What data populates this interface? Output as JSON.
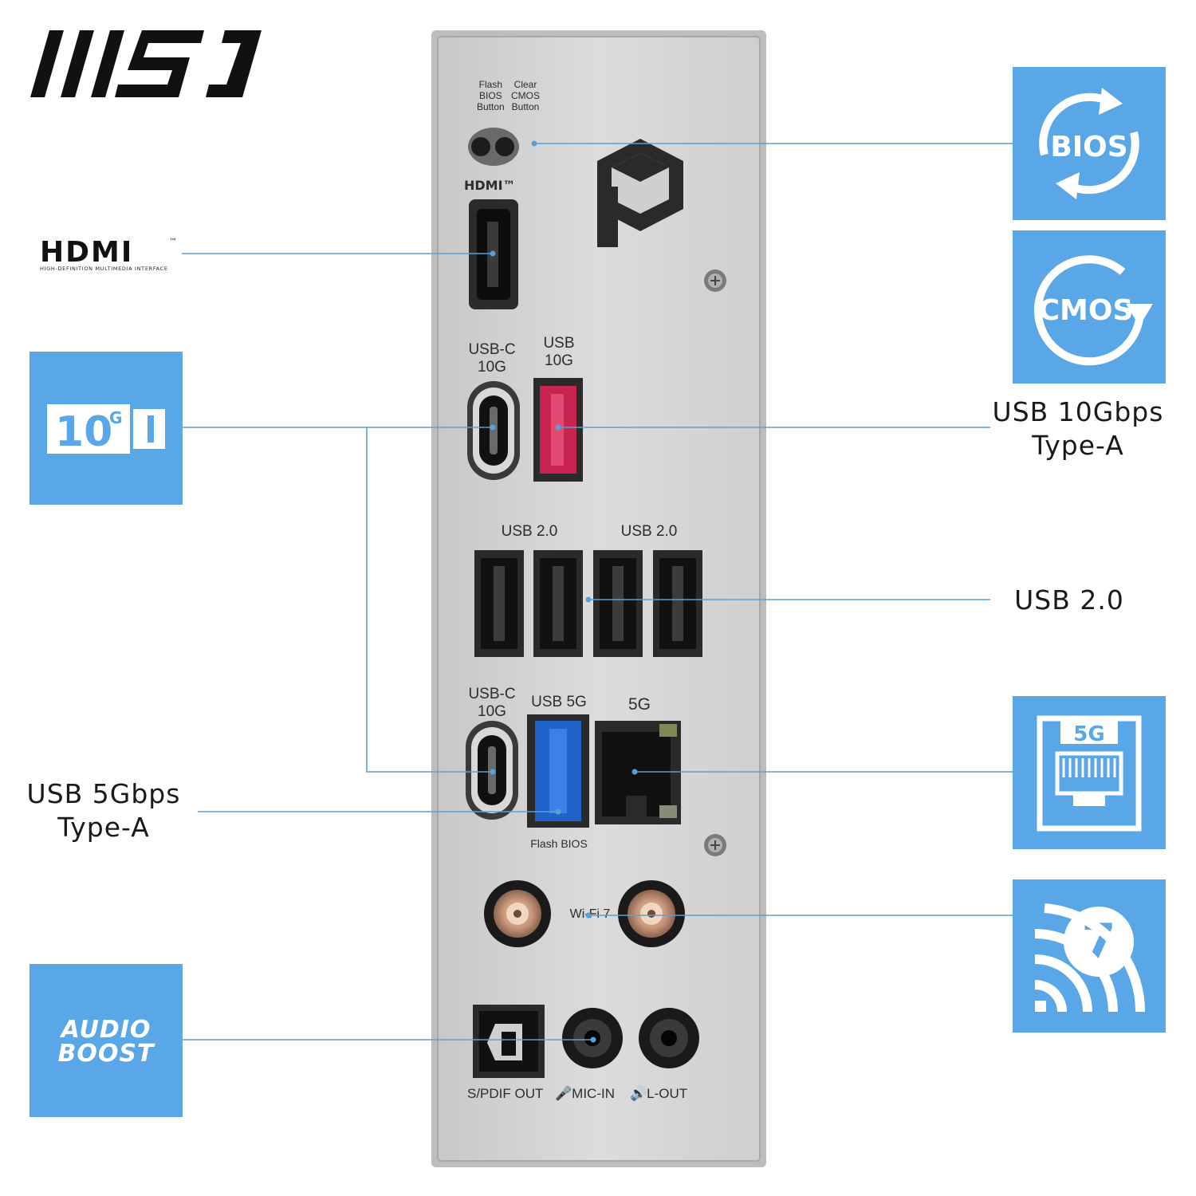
{
  "brand": {
    "name": "MSI"
  },
  "hdmi_logo": {
    "word": "HDMI",
    "mark": "™",
    "tagline": "HIGH-DEFINITION MULTIMEDIA INTERFACE"
  },
  "panel": {
    "flash_bios_button": "Flash\nBIOS\nButton",
    "clear_cmos_button": "Clear\nCMOS\nButton",
    "hdmi": "HDMI™",
    "usb_c_10g_top": "USB-C\n10G",
    "usb_10g": "USB\n10G",
    "usb20_left": "USB 2.0",
    "usb20_right": "USB 2.0",
    "usb_c_10g_bottom": "USB-C\n10G",
    "usb_5g": "USB 5G",
    "lan_5g": "5G",
    "flash_bios": "Flash BIOS",
    "wifi": "Wi-Fi 7",
    "spdif_out": "S/PDIF OUT",
    "mic_in": "MIC-IN",
    "line_out": "L-OUT"
  },
  "tiles": {
    "bios": "BIOS",
    "cmos": "CMOS",
    "usb10g_number": "10",
    "usb10g_unit": "G",
    "lan": "5G",
    "wifi": "7",
    "audio_line1": "AUDIO",
    "audio_line2": "BOOST"
  },
  "callouts": {
    "usb10_line1": "USB 10Gbps",
    "usb10_line2": "Type-A",
    "usb20": "USB 2.0",
    "usb5_line1": "USB 5Gbps",
    "usb5_line2": "Type-A"
  },
  "colors": {
    "tile_blue": "#5aa7e8",
    "leader_line": "#5a9fd6",
    "panel_silver": "#d6d6d6",
    "usb10g_red": "#c8244f",
    "usb5g_blue": "#1f63c9"
  },
  "icons": [
    "msi-logo",
    "hdmi-logo",
    "refresh-arrows-icon",
    "circular-arrow-icon",
    "usb-drive-icon",
    "ethernet-port-icon",
    "wifi-waves-icon",
    "audio-boost-icon",
    "screw-icon"
  ]
}
